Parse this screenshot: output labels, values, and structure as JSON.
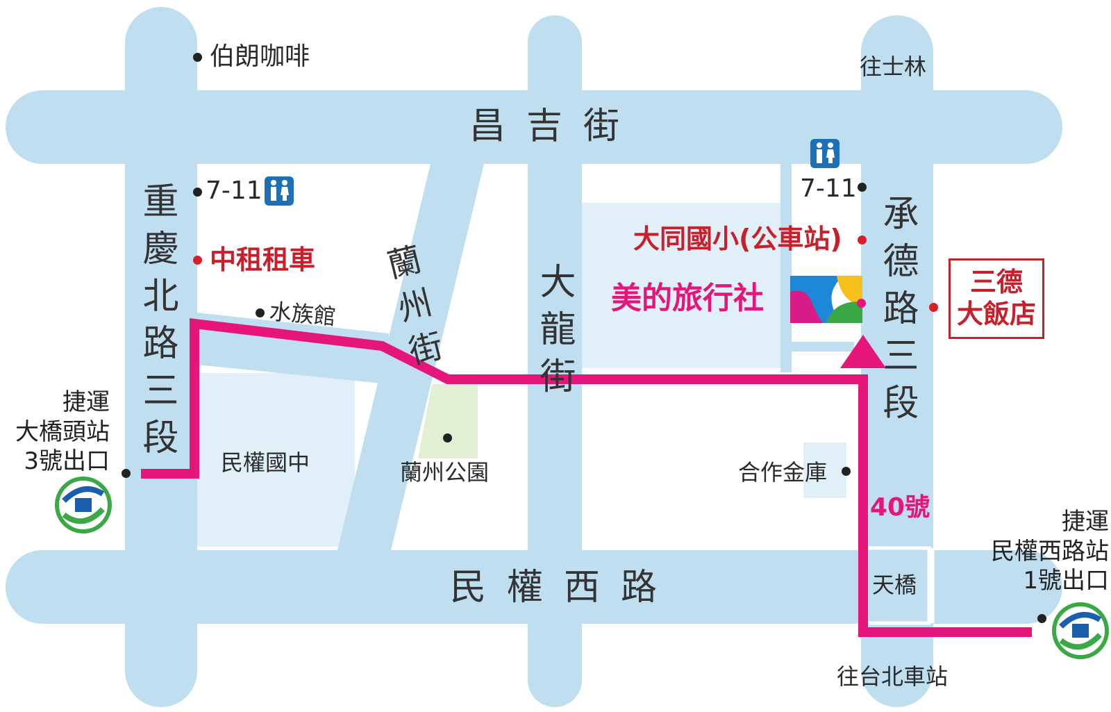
{
  "roads": {
    "changji": "昌吉街",
    "minquan_west": "民權西路",
    "chongqing_north": "重慶北路三段",
    "lanzhou": "蘭州街",
    "dalong": "大龍街",
    "chengde": "承德路三段"
  },
  "directions": {
    "to_shilin": "往士林",
    "to_taipei_station": "往台北車站"
  },
  "pois": {
    "brown_coffee": "伯朗咖啡",
    "seven_eleven_left": "7-11",
    "seven_eleven_right": "7-11",
    "car_rental": "中租租車",
    "aquarium": "水族館",
    "minquan_junior_high": "民權國中",
    "lanzhou_park": "蘭州公園",
    "datong_elementary": "大同國小(公車站)",
    "travel_agency": "美的旅行社",
    "hotel_line1": "三德",
    "hotel_line2": "大飯店",
    "cooperative_bank": "合作金庫",
    "bus_route": "40號",
    "skybridge": "天橋"
  },
  "mrt": {
    "daqiaotou": [
      "捷運",
      "大橋頭站",
      "3號出口"
    ],
    "minquan_west": [
      "捷運",
      "民權西路站",
      "1號出口"
    ]
  },
  "icons": {
    "restroom": "restroom-icon",
    "metro_logo": "taipei-metro-logo-icon",
    "travel_logo": "travel-agency-logo-icon"
  },
  "colors": {
    "road": "#bfdff0",
    "block": "#e1f0f8",
    "park": "#e2efd2",
    "route": "#e5157a",
    "poi_red": "#c8202a",
    "restroom": "#1e70b6"
  }
}
